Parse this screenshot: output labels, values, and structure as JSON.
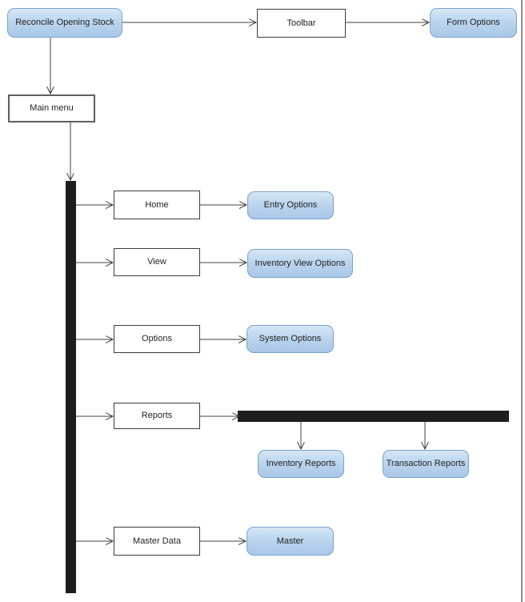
{
  "diagram": {
    "nodes": {
      "reconcile_opening_stock": {
        "label": "Reconcile Opening Stock",
        "shape": "rounded"
      },
      "toolbar": {
        "label": "Toolbar",
        "shape": "rectangle"
      },
      "form_options": {
        "label": "Form Options",
        "shape": "rounded"
      },
      "main_menu": {
        "label": "Main menu",
        "shape": "rectangle"
      },
      "home": {
        "label": "Home",
        "shape": "rectangle"
      },
      "view": {
        "label": "View",
        "shape": "rectangle"
      },
      "options": {
        "label": "Options",
        "shape": "rectangle"
      },
      "reports": {
        "label": "Reports",
        "shape": "rectangle"
      },
      "master_data": {
        "label": "Master Data",
        "shape": "rectangle"
      },
      "entry_options": {
        "label": "Entry Options",
        "shape": "rounded"
      },
      "inventory_view_options": {
        "label": "Inventory View Options",
        "shape": "rounded"
      },
      "system_options": {
        "label": "System Options",
        "shape": "rounded"
      },
      "inventory_reports": {
        "label": "Inventory Reports",
        "shape": "rounded"
      },
      "transaction_reports": {
        "label": "Transaction Reports",
        "shape": "rounded"
      },
      "master": {
        "label": "Master",
        "shape": "rounded"
      }
    },
    "edges": [
      {
        "from": "reconcile_opening_stock",
        "to": "toolbar"
      },
      {
        "from": "toolbar",
        "to": "form_options"
      },
      {
        "from": "reconcile_opening_stock",
        "to": "main_menu"
      },
      {
        "from": "main_menu",
        "to": "menu-fork-bar"
      },
      {
        "from": "menu-fork-bar",
        "to": "home"
      },
      {
        "from": "menu-fork-bar",
        "to": "view"
      },
      {
        "from": "menu-fork-bar",
        "to": "options"
      },
      {
        "from": "menu-fork-bar",
        "to": "reports"
      },
      {
        "from": "menu-fork-bar",
        "to": "master_data"
      },
      {
        "from": "home",
        "to": "entry_options"
      },
      {
        "from": "view",
        "to": "inventory_view_options"
      },
      {
        "from": "options",
        "to": "system_options"
      },
      {
        "from": "reports",
        "to": "reports-fork-bar"
      },
      {
        "from": "reports-fork-bar",
        "to": "inventory_reports"
      },
      {
        "from": "reports-fork-bar",
        "to": "transaction_reports"
      },
      {
        "from": "master_data",
        "to": "master"
      }
    ],
    "colors": {
      "rounded_fill_top": "#d6e6f5",
      "rounded_fill_bottom": "#a8c7e7",
      "rounded_border": "#7ba3cc",
      "rectangle_border": "#3d3d3d",
      "fork_bar_fill": "#1e1e1e",
      "connector": "#404040",
      "page_border": "#8f8f8f",
      "text": "#1f1f1f"
    }
  }
}
